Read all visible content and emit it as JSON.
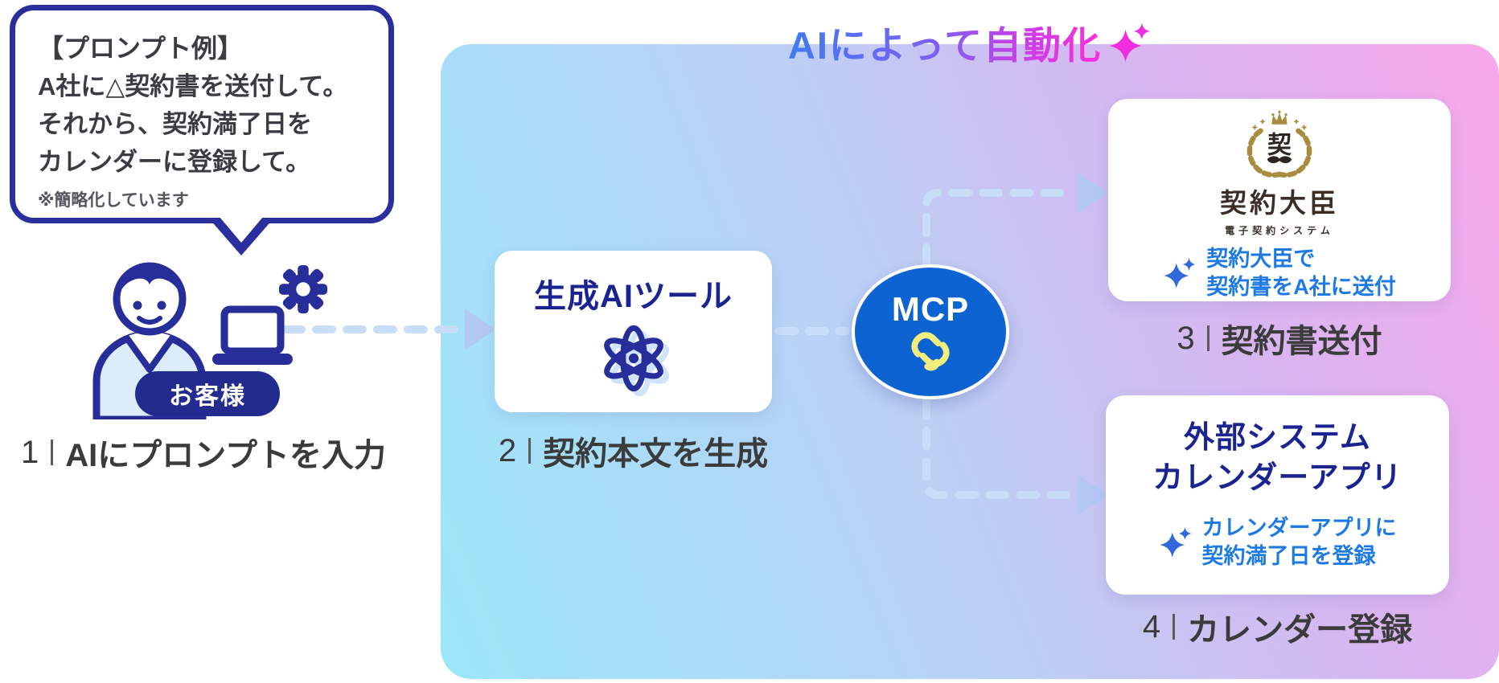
{
  "prompt_bubble": {
    "title": "【プロンプト例】",
    "lines": [
      "A社に△契約書を送付して。",
      "それから、契約満了日を",
      "カレンダーに登録して。"
    ],
    "note": "※簡略化しています"
  },
  "actor": {
    "badge_label": "お客様"
  },
  "panel": {
    "title": "AIによって自動化"
  },
  "steps": [
    {
      "number": "1",
      "label": "AIにプロンプトを入力"
    },
    {
      "number": "2",
      "label": "契約本文を生成"
    },
    {
      "number": "3",
      "label": "契約書送付"
    },
    {
      "number": "4",
      "label": "カレンダー登録"
    }
  ],
  "gen_ai_card": {
    "title": "生成AIツール"
  },
  "mcp": {
    "label": "MCP"
  },
  "keiyaku_card": {
    "logo_mark": "契",
    "brand_name": "契約大臣",
    "brand_tagline": "電子契約システム",
    "action_lines": [
      "契約大臣で",
      "契約書をA社に送付"
    ]
  },
  "calendar_card": {
    "title_lines": [
      "外部システム",
      "カレンダーアプリ"
    ],
    "action_lines": [
      "カレンダーアプリに",
      "契約満了日を登録"
    ]
  },
  "icons": {
    "customer-icon": "person with laptop (navy outline)",
    "gear-icon": "⚙ gear",
    "laptop-icon": "laptop",
    "atom-icon": "atom orbitals",
    "sparkle-icon": "✦ double four-point sparkle",
    "title-sparkle-icon": "✨ magenta double sparkle",
    "mcp-mark-icon": "yellow interlocking hooks",
    "laurel-crown-emblem": "gold laurel wreath with crown and stars"
  },
  "colors": {
    "navy": "#272e99",
    "badge_navy": "#232b8f",
    "bubble_border": "#2b2f9e",
    "card_title_navy": "#1a2390",
    "action_blue": "#1e7ae3",
    "sparkle_blue": "#2f6ad8",
    "mcp_blue": "#0e63d3",
    "mcp_mark_yellow": "#f2ee7e",
    "dash_blue": "#c8ddf8",
    "arrowhead_blue": "#b3c9f3",
    "logo_gold": "#a98c3f",
    "logo_brown": "#3a2e26",
    "step_text": "#3b3b3b",
    "panel_gradient": [
      "#9ce6f9",
      "#bccff5",
      "#d7b6f0",
      "#f9a7ec"
    ],
    "title_gradient": [
      "#3f7bf0",
      "#7a61f2",
      "#c93fe6",
      "#fb2ed8"
    ]
  }
}
